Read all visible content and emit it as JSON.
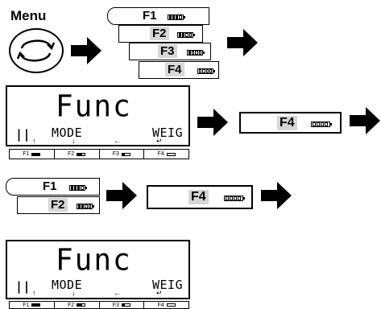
{
  "menu": {
    "label": "Menu"
  },
  "key_stack": [
    {
      "label": "F1",
      "battery": [
        "f",
        "f",
        "f",
        "e"
      ]
    },
    {
      "label": "F2",
      "battery": [
        "f",
        "f",
        "e",
        "e"
      ]
    },
    {
      "label": "F3",
      "battery": [
        "f",
        "e",
        "e",
        "e"
      ]
    },
    {
      "label": "F4",
      "battery": [
        "e",
        "e",
        "e",
        "e"
      ]
    }
  ],
  "display_1": {
    "main": "Func",
    "left": "||",
    "mode": "MODE",
    "weig": "WEIG",
    "function_keys": [
      "F1",
      "F2",
      "F3",
      "F4"
    ]
  },
  "f4_key": {
    "label": "F4",
    "battery": [
      "e",
      "e",
      "e",
      "e"
    ]
  },
  "pair_stack": [
    {
      "label": "F1",
      "battery": [
        "f",
        "f",
        "f",
        "e"
      ]
    },
    {
      "label": "F2",
      "battery": [
        "f",
        "f",
        "e",
        "e"
      ]
    }
  ],
  "display_2": {
    "main": "Func",
    "left": "||",
    "mode": "MODE",
    "weig": "WEIG",
    "function_keys": [
      "F1",
      "F2",
      "F3",
      "F4"
    ]
  }
}
